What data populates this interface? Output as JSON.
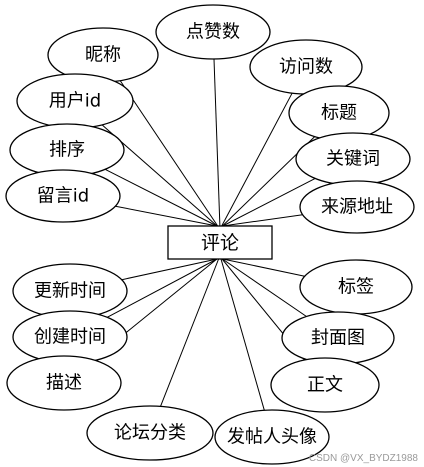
{
  "entity": {
    "name": "评论"
  },
  "attributes": [
    {
      "id": "dianzanshu",
      "label": "点赞数"
    },
    {
      "id": "nicheng",
      "label": "昵称"
    },
    {
      "id": "fangwenshu",
      "label": "访问数"
    },
    {
      "id": "yonghuid",
      "label": "用户id"
    },
    {
      "id": "biaoti",
      "label": "标题"
    },
    {
      "id": "paixu",
      "label": "排序"
    },
    {
      "id": "guanjianci",
      "label": "关键词"
    },
    {
      "id": "liuyanid",
      "label": "留言id"
    },
    {
      "id": "laiyuandizhi",
      "label": "来源地址"
    },
    {
      "id": "gengxinshijian",
      "label": "更新时间"
    },
    {
      "id": "biaoqian",
      "label": "标签"
    },
    {
      "id": "chuangjianshijian",
      "label": "创建时间"
    },
    {
      "id": "fengmiantu",
      "label": "封面图"
    },
    {
      "id": "miaoshu",
      "label": "描述"
    },
    {
      "id": "zhengwen",
      "label": "正文"
    },
    {
      "id": "luntanfenlei",
      "label": "论坛分类"
    },
    {
      "id": "fatierentouxiang",
      "label": "发帖人头像"
    }
  ],
  "watermark": "CSDN @VX_BYDZ1988"
}
